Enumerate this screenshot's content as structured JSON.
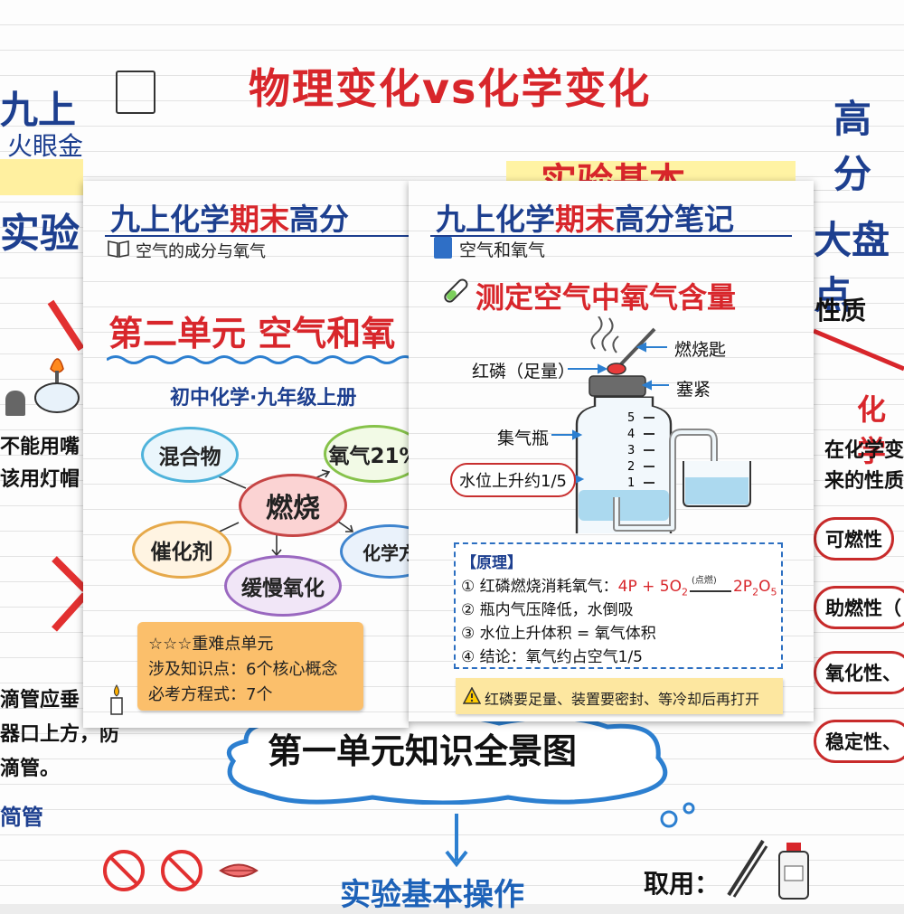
{
  "background": {
    "top_title": "物理变化vs化学变化",
    "top_sub": "实验基本",
    "left": {
      "title": "九上",
      "sub": "火眼金",
      "heading": "实验",
      "t1": "不能用嘴",
      "t2": "该用灯帽",
      "t3": "滴管应垂",
      "t4": "器口上方，防",
      "t5": "滴管。",
      "t6": "简管"
    },
    "right": {
      "title": "高分",
      "heading": "大盘点",
      "sub": "性质",
      "red": "化学",
      "t1": "在化学变",
      "t2": "来的性质",
      "items": [
        "可燃性",
        "助燃性（",
        "氧化性、",
        "稳定性、"
      ]
    },
    "bottom": {
      "cloud": "第一单元知识全景图",
      "ops": "实验基本操作",
      "take": "取用："
    }
  },
  "card1": {
    "title_a": "九上化学",
    "title_b": "期末",
    "title_c": "高分",
    "subject": "空气的成分与氧气",
    "unit": "第二单元 空气和氧",
    "grade": "初中化学·九年级上册",
    "center": "燃烧",
    "nodes": [
      "混合物",
      "氧气21%",
      "催化剂",
      "缓慢氧化",
      "化学方"
    ],
    "note": {
      "stars": "☆☆☆重难点单元",
      "l2": "涉及知识点：6个核心概念",
      "l3": "必考方程式：7个"
    }
  },
  "card2": {
    "title_a": "九上化学",
    "title_b": "期末",
    "title_c": "高分笔记",
    "subject": "空气和氧气",
    "heading": "测定空气中氧气含量",
    "labels": {
      "spoon": "燃烧匙",
      "phosphorus": "红磷（足量）",
      "stopper": "塞紧",
      "bottle": "集气瓶",
      "water": "水位上升约1/5"
    },
    "scale": [
      "5",
      "4",
      "3",
      "2",
      "1"
    ],
    "principle": {
      "head": "【原理】",
      "l1": "① 红磷燃烧消耗氧气：",
      "eq_left": "4P + 5O",
      "eq_sub1": "2",
      "eq_cond": "(点燃)",
      "eq_right": "2P",
      "eq_sub2": "2",
      "eq_o": "O",
      "eq_sub3": "5",
      "l2": "② 瓶内气压降低，水倒吸",
      "l3": "③ 水位上升体积 = 氧气体积",
      "l4": "④ 结论：氧气约占空气1/5"
    },
    "warning": "红磷要足量、装置要密封、等冷却后再打开"
  },
  "colors": {
    "red": "#d8262b",
    "blue": "#1d3f8f",
    "note_orange": "#fbbf6b",
    "warn_yellow": "#fde7a0"
  }
}
